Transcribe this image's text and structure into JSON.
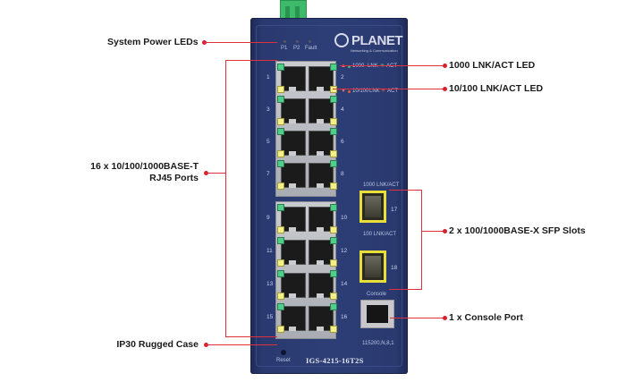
{
  "device": {
    "brand": "PLANET",
    "brand_tagline": "Networking & Communication",
    "model": "IGS-4215-16T2S",
    "power_leds": [
      "P1",
      "P2",
      "Fault"
    ],
    "led_legend_1000": "1000",
    "led_legend_lnk": "LNK",
    "led_legend_act": "ACT",
    "led_legend_10100": "10/100",
    "rj45_port_numbers": [
      "1",
      "2",
      "3",
      "4",
      "5",
      "6",
      "7",
      "8",
      "9",
      "10",
      "11",
      "12",
      "13",
      "14",
      "15",
      "16"
    ],
    "sfp_port_numbers": [
      "17",
      "18"
    ],
    "sfp_label_top": "1000 LNK/ACT",
    "sfp_label_bottom": "100 LNK/ACT",
    "console_label": "Console",
    "console_setting": "115200,N,8,1",
    "reset_label": "Reset"
  },
  "callouts": {
    "left": [
      {
        "id": "power-leds",
        "text": "System Power LEDs"
      },
      {
        "id": "rj45",
        "text_line1": "16 x 10/100/1000BASE-T",
        "text_line2": "RJ45 Ports"
      },
      {
        "id": "case",
        "text": "IP30 Rugged Case"
      }
    ],
    "right": [
      {
        "id": "led-1000",
        "text": "1000 LNK/ACT LED"
      },
      {
        "id": "led-10100",
        "text": "10/100 LNK/ACT LED"
      },
      {
        "id": "sfp",
        "text": "2 x 100/1000BASE-X SFP Slots"
      },
      {
        "id": "console",
        "text": "1 x Console Port"
      }
    ]
  },
  "colors": {
    "callout_line": "#e0303c",
    "device_body": "#2d3e76"
  }
}
